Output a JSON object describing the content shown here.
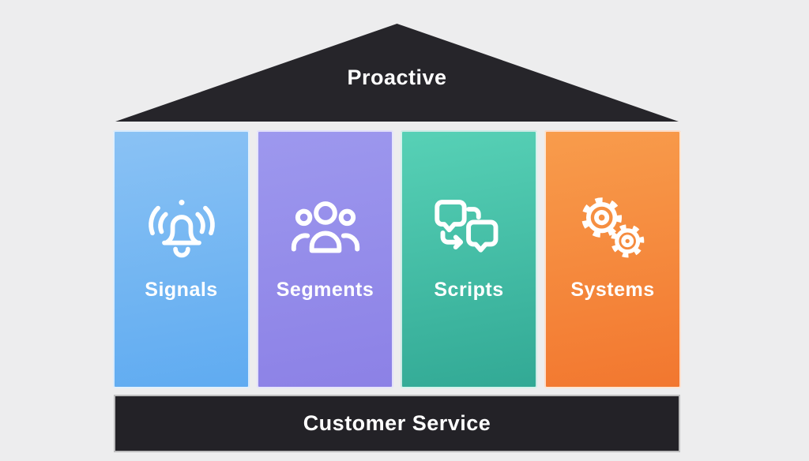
{
  "diagram": {
    "title": "Proactive customer service house diagram",
    "roof": {
      "label": "Proactive",
      "color": "#26252a"
    },
    "pillars": [
      {
        "label": "Signals",
        "icon": "bell-alert-icon",
        "color_top": "#8ac2f4",
        "color_bottom": "#5fabf1"
      },
      {
        "label": "Segments",
        "icon": "people-group-icon",
        "color_top": "#9d98ee",
        "color_bottom": "#8c81e6"
      },
      {
        "label": "Scripts",
        "icon": "chat-exchange-icon",
        "color_top": "#57d1b6",
        "color_bottom": "#32a995"
      },
      {
        "label": "Systems",
        "icon": "gears-icon",
        "color_top": "#f89c4c",
        "color_bottom": "#f2772f"
      }
    ],
    "base": {
      "label": "Customer Service",
      "color": "#232227"
    },
    "colors": {
      "background": "#ededee",
      "structure_dark": "#26252a",
      "text": "#ffffff"
    }
  }
}
